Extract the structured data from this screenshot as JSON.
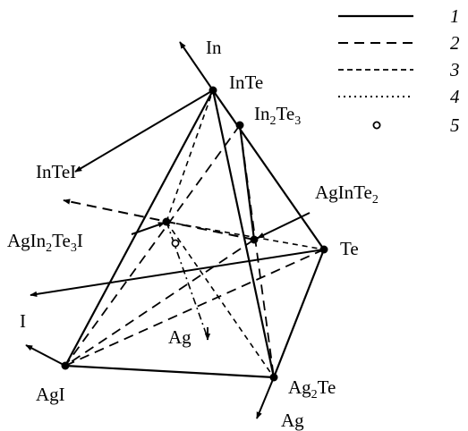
{
  "vertices": {
    "inte": {
      "text": "InTe"
    },
    "in2te3": {
      "base": "In",
      "sub1": "2",
      "mid": "Te",
      "sub2": "3"
    },
    "te": {
      "text": "Te"
    },
    "agi": {
      "text": "AgI"
    },
    "ag2te": {
      "base": "Ag",
      "sub1": "2",
      "mid": "Te"
    },
    "aginte2": {
      "base": "AgInTe",
      "sub1": "2"
    },
    "agin2te3i": {
      "base": "AgIn",
      "sub1": "2",
      "mid": "Te",
      "sub2": "3",
      "end": "I"
    }
  },
  "directions": {
    "in": "In",
    "intei": "InTeI",
    "i": "I",
    "ag_low": "Ag",
    "ag_mid": "Ag"
  },
  "legend": [
    {
      "num": "1",
      "style": "solid"
    },
    {
      "num": "2",
      "style": "dashed"
    },
    {
      "num": "3",
      "style": "short-dashed"
    },
    {
      "num": "4",
      "style": "dotted"
    },
    {
      "num": "5",
      "style": "open-circle"
    }
  ]
}
